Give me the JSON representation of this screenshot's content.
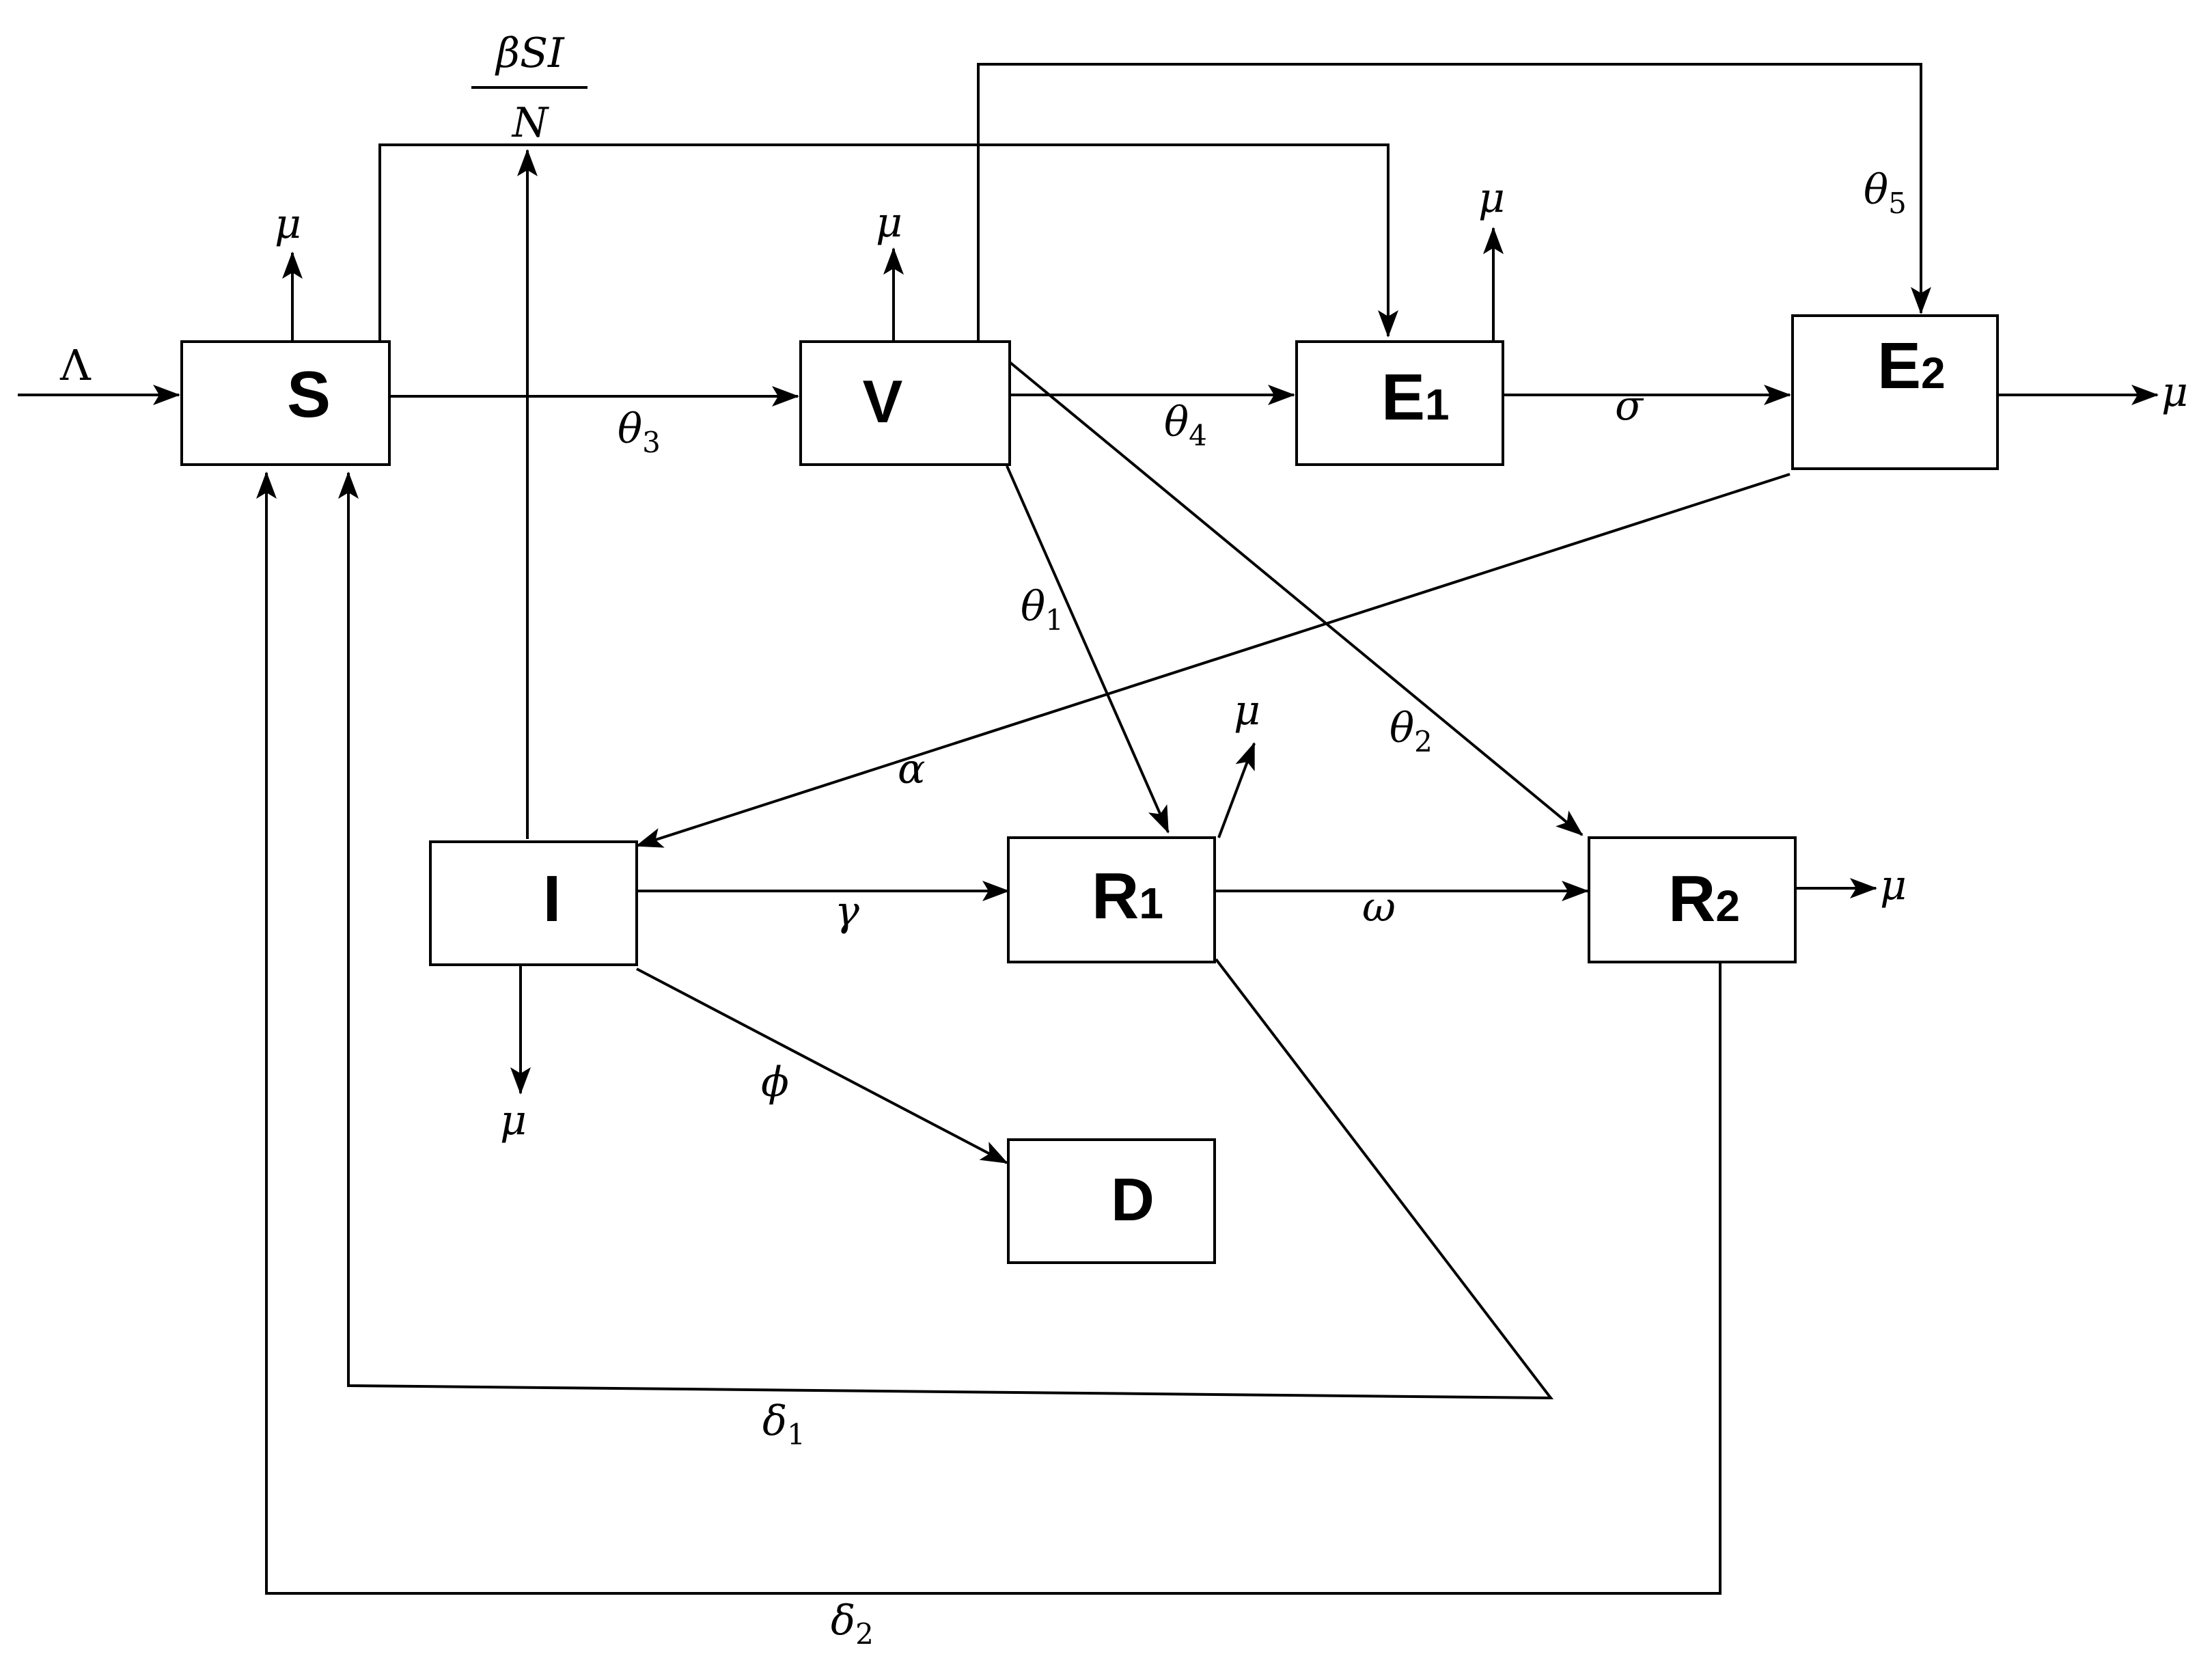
{
  "diagram": {
    "nodes": {
      "S": {
        "name": "S",
        "sub": ""
      },
      "V": {
        "name": "V",
        "sub": ""
      },
      "E1": {
        "name": "E",
        "sub": "1"
      },
      "E2": {
        "name": "E",
        "sub": "2"
      },
      "I": {
        "name": "I",
        "sub": ""
      },
      "R1": {
        "name": "R",
        "sub": "1"
      },
      "R2": {
        "name": "R",
        "sub": "2"
      },
      "D": {
        "name": "D",
        "sub": ""
      }
    },
    "params": {
      "inflow": "Λ",
      "death": "μ",
      "beta_num": "βSI",
      "beta_den": "N",
      "theta": "θ",
      "theta1_sub": "1",
      "theta2_sub": "2",
      "theta3_sub": "3",
      "theta4_sub": "4",
      "theta5_sub": "5",
      "sigma": "σ",
      "alpha": "α",
      "gamma": "γ",
      "omega": "ω",
      "phi": "ϕ",
      "delta": "δ",
      "delta1_sub": "1",
      "delta2_sub": "2"
    }
  }
}
